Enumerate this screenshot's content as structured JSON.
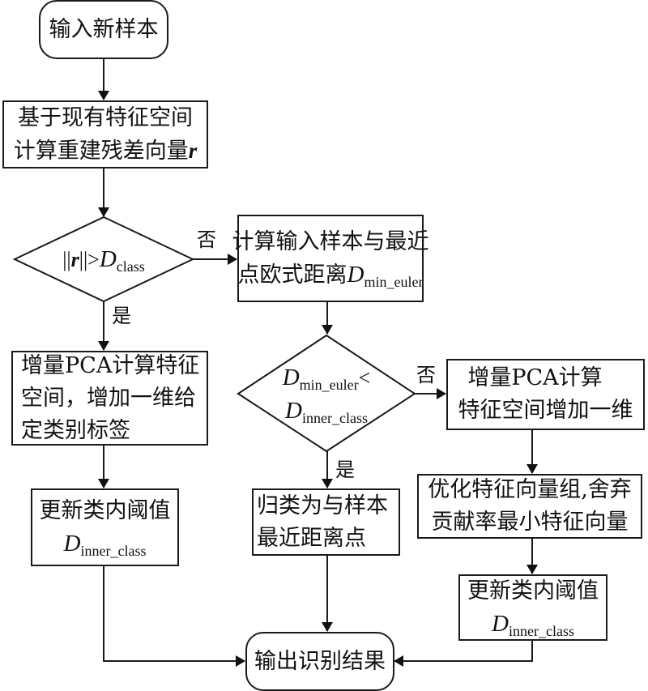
{
  "diagram": {
    "type": "flowchart",
    "nodes": {
      "start": {
        "lines": [
          "输入新样本"
        ]
      },
      "compute_residual": {
        "line1": "基于现有特征空间",
        "line2_text": "计算重建残差向量",
        "line2_var": "r"
      },
      "decision_residual": {
        "norm_var": "r",
        "op": ">",
        "D": "D",
        "sub": "class"
      },
      "compute_distance": {
        "line1": "计算输入样本与最近",
        "line2_text": "点欧式距离",
        "D": "D",
        "sub": "min_euler"
      },
      "decision_distance": {
        "D": "D",
        "sub1": "min_euler",
        "op": "<",
        "sub2": "inner_class"
      },
      "pca_add_label": {
        "lines": [
          "增量PCA计算特征",
          "空间，增加一维给",
          "定类别标签"
        ]
      },
      "pca_add_dim": {
        "lines": [
          "增量PCA计算",
          "特征空间增加一维"
        ]
      },
      "update_threshold_left": {
        "line1": "更新类内阈值",
        "D": "D",
        "sub": "inner_class"
      },
      "classify_nearest": {
        "lines": [
          "归类为与样本",
          "最近距离点"
        ]
      },
      "optimize_vectors": {
        "lines": [
          "优化特征向量组,舍弃",
          "贡献率最小特征向量"
        ]
      },
      "update_threshold_right": {
        "line1": "更新类内阈值",
        "D": "D",
        "sub": "inner_class"
      },
      "end": {
        "lines": [
          "输出识别结果"
        ]
      }
    },
    "edge_labels": {
      "d1_no": "否",
      "d1_yes": "是",
      "d2_no": "否",
      "d2_yes": "是"
    },
    "edges": [
      {
        "from": "start",
        "to": "compute_residual"
      },
      {
        "from": "compute_residual",
        "to": "decision_residual"
      },
      {
        "from": "decision_residual",
        "to": "compute_distance",
        "label": "否"
      },
      {
        "from": "decision_residual",
        "to": "pca_add_label",
        "label": "是"
      },
      {
        "from": "compute_distance",
        "to": "decision_distance"
      },
      {
        "from": "decision_distance",
        "to": "pca_add_dim",
        "label": "否"
      },
      {
        "from": "decision_distance",
        "to": "classify_nearest",
        "label": "是"
      },
      {
        "from": "pca_add_label",
        "to": "update_threshold_left"
      },
      {
        "from": "pca_add_dim",
        "to": "optimize_vectors"
      },
      {
        "from": "optimize_vectors",
        "to": "update_threshold_right"
      },
      {
        "from": "update_threshold_left",
        "to": "end"
      },
      {
        "from": "classify_nearest",
        "to": "end"
      },
      {
        "from": "update_threshold_right",
        "to": "end"
      }
    ]
  }
}
